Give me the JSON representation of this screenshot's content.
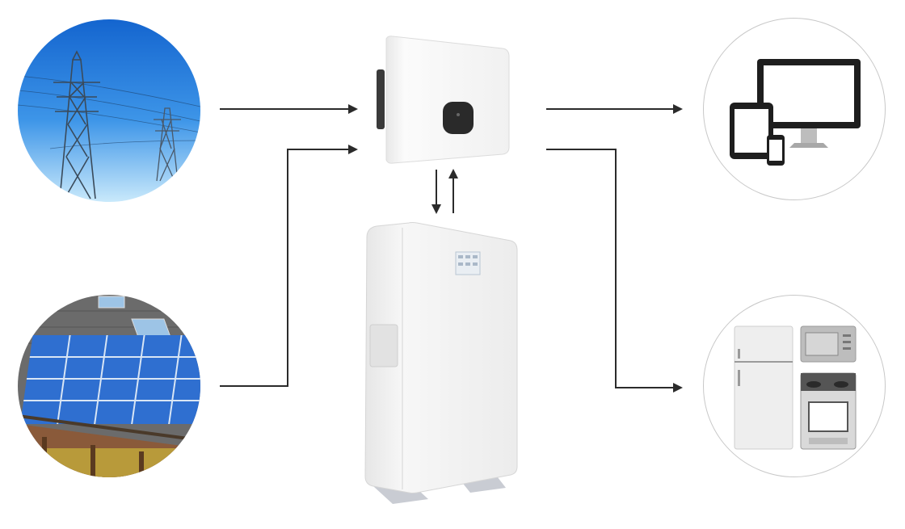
{
  "diagram": {
    "nodes": [
      {
        "id": "grid",
        "icon": "power-tower-icon"
      },
      {
        "id": "solar",
        "icon": "solar-roof-icon"
      },
      {
        "id": "inverter",
        "icon": "inverter-icon"
      },
      {
        "id": "battery",
        "icon": "battery-icon"
      },
      {
        "id": "devices",
        "icon": "devices-icon"
      },
      {
        "id": "appliances",
        "icon": "appliances-icon"
      }
    ],
    "edges": [
      {
        "from": "grid",
        "to": "inverter"
      },
      {
        "from": "solar",
        "to": "inverter"
      },
      {
        "from": "inverter",
        "to": "battery"
      },
      {
        "from": "battery",
        "to": "inverter"
      },
      {
        "from": "inverter",
        "to": "devices"
      },
      {
        "from": "inverter",
        "to": "appliances"
      }
    ],
    "colors": {
      "arrow": "#2b2b2b",
      "sky_top": "#1a6fd6",
      "sky_bottom": "#bfe3fb",
      "panel_blue": "#2f6fd0",
      "device_white": "#f7f7f7",
      "circle_border": "#c8c8c8"
    }
  }
}
